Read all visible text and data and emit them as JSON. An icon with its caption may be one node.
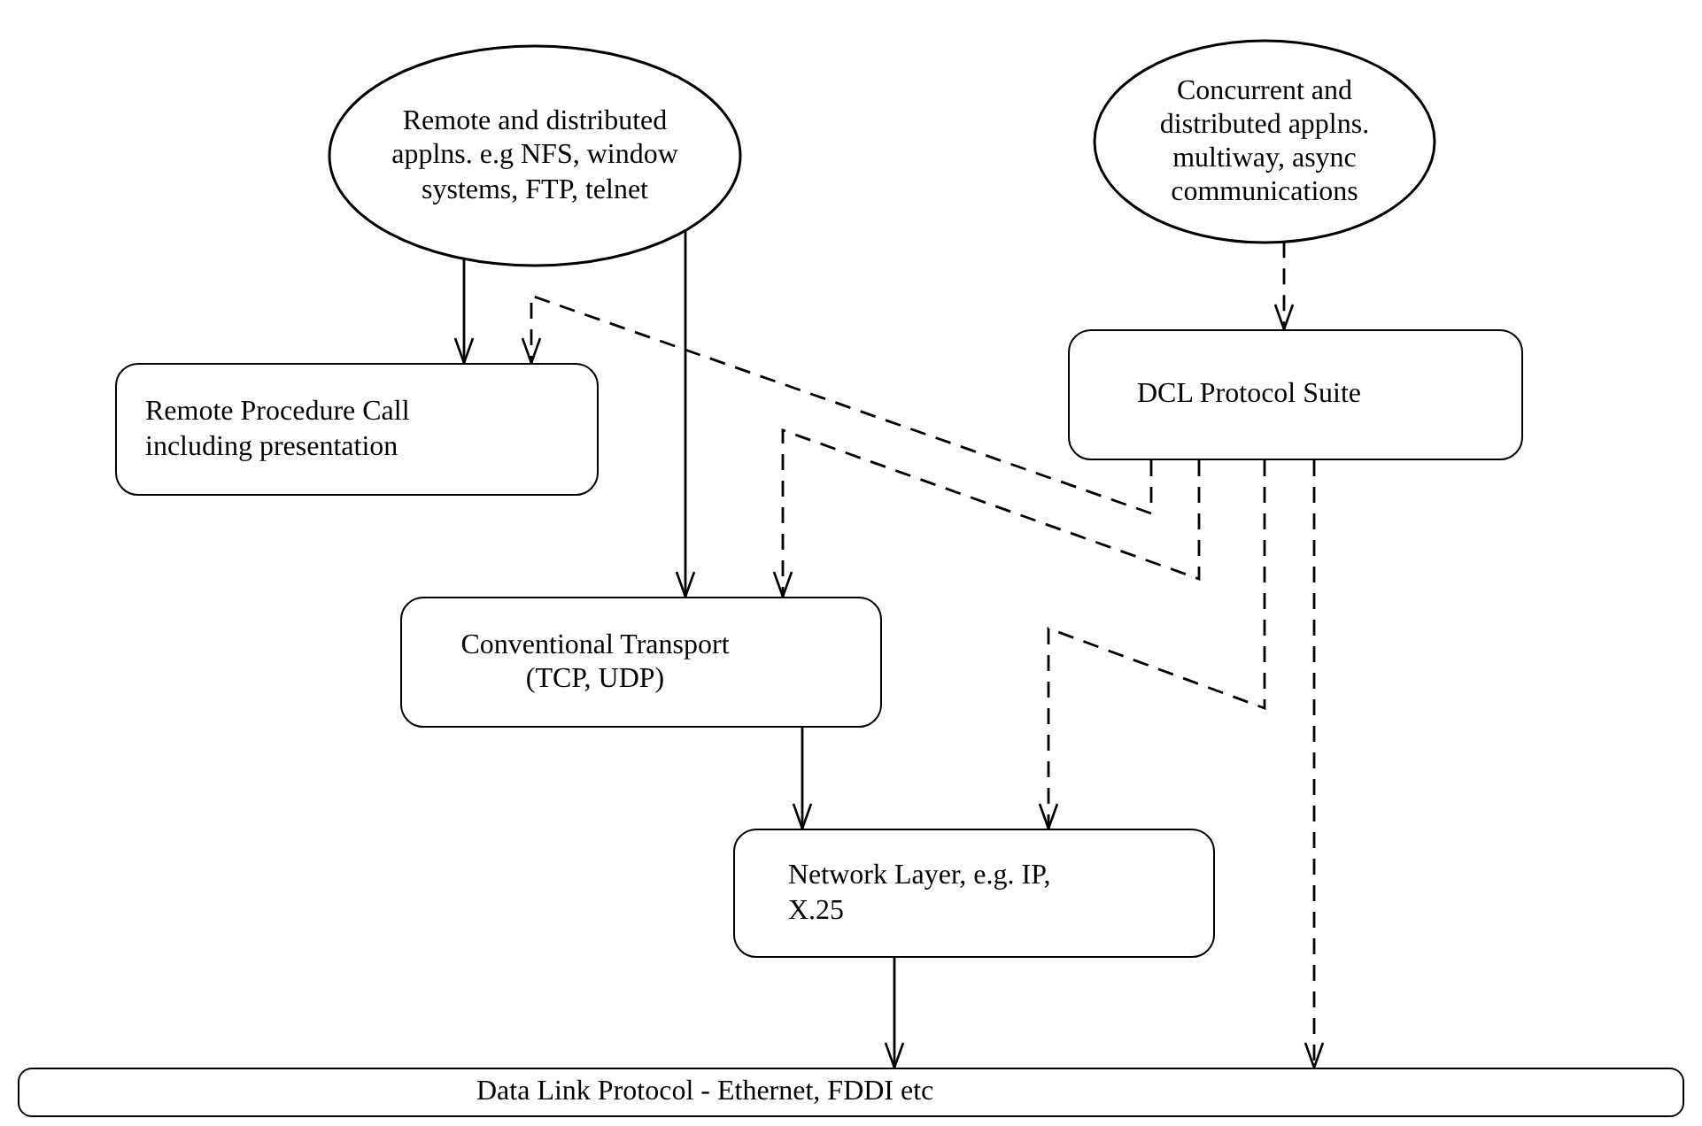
{
  "diagram": {
    "nodes": [
      {
        "text": [
          "Remote and distributed applns. e.g NFS, window systems, FTP, telnet"
        ]
      },
      {
        "text": [
          "Concurrent and distributed applns. multiway, async communications"
        ]
      },
      {
        "text": [
          "Remote Procedure Call including presentation"
        ]
      },
      {
        "text": [
          "DCL Protocol Suite"
        ]
      },
      {
        "text": [
          "Conventional Transport (TCP, UDP)"
        ]
      },
      {
        "text": [
          "Network Layer, e.g. IP, X.25"
        ]
      },
      {
        "text": [
          "Data Link Protocol - Ethernet, FDDI etc"
        ]
      }
    ],
    "edges": [
      {
        "from": 0,
        "to": 2,
        "arrow": "to"
      },
      {
        "from": 0,
        "to": 4,
        "arrow": "to"
      },
      {
        "from": 1,
        "to": 3,
        "arrow": "to",
        "style": "dashed"
      },
      {
        "from": 3,
        "to": 2,
        "arrow": "to",
        "style": "dashed"
      },
      {
        "from": 3,
        "to": 4,
        "arrow": "to",
        "style": "dashed"
      },
      {
        "from": 3,
        "to": 5,
        "arrow": "to",
        "style": "dashed"
      },
      {
        "from": 3,
        "to": 6,
        "arrow": "to",
        "style": "dashed"
      },
      {
        "from": 4,
        "to": 5,
        "arrow": "to"
      },
      {
        "from": 5,
        "to": 6,
        "arrow": "to"
      }
    ]
  }
}
